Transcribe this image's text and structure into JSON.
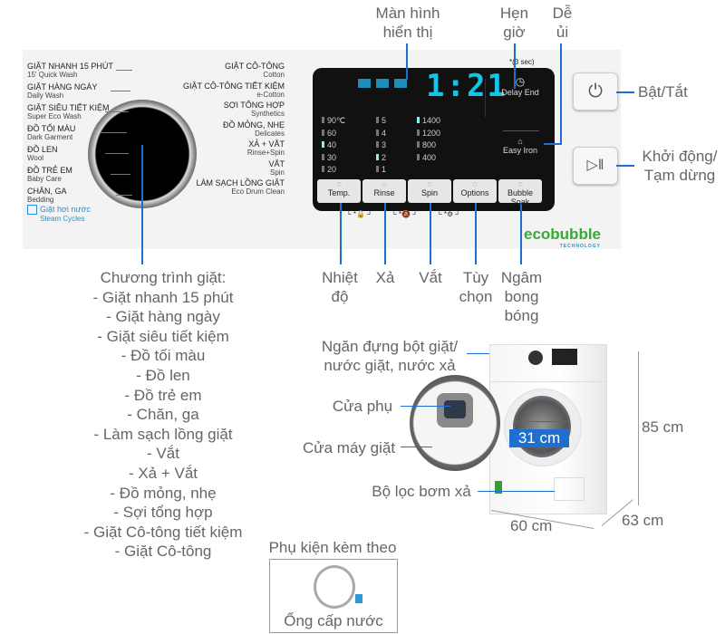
{
  "panel": {
    "left_programs": [
      {
        "vi": "GIẶT NHANH 15 PHÚT",
        "en": "15' Quick Wash"
      },
      {
        "vi": "GIẶT HÀNG NGÀY",
        "en": "Daily Wash"
      },
      {
        "vi": "GIẶT SIÊU TIẾT KIỆM",
        "en": "Super Eco Wash"
      },
      {
        "vi": "ĐỒ TỐI MÀU",
        "en": "Dark Garment"
      },
      {
        "vi": "ĐỒ LEN",
        "en": "Wool"
      },
      {
        "vi": "ĐỒ TRẺ EM",
        "en": "Baby Care"
      },
      {
        "vi": "CHĂN, GA",
        "en": "Bedding"
      }
    ],
    "right_programs": [
      {
        "vi": "GIẶT CÔ-TÔNG",
        "en": "Cotton"
      },
      {
        "vi": "GIẶT CÔ-TÔNG TIẾT KIỆM",
        "en": "e-Cotton"
      },
      {
        "vi": "SỢI TỔNG HỢP",
        "en": "Synthetics"
      },
      {
        "vi": "ĐỒ MỎNG, NHẸ",
        "en": "Delicates"
      },
      {
        "vi": "XẢ + VẮT",
        "en": "Rinse+Spin"
      },
      {
        "vi": "VẮT",
        "en": "Spin"
      },
      {
        "vi": "LÀM SẠCH LỒNG GIẶT",
        "en": "Eco Drum Clean"
      }
    ],
    "steam": {
      "vi": "Giặt hơi nước",
      "en": "Steam Cycles"
    },
    "display_time": "1:21",
    "temps": [
      "90℃",
      "60",
      "40",
      "30",
      "20"
    ],
    "rinses": [
      "5",
      "4",
      "3",
      "2",
      "1"
    ],
    "spins": [
      "1400",
      "1200",
      "800",
      "400"
    ],
    "buttons": [
      "Temp.",
      "Rinse",
      "Spin",
      "Options",
      "Bubble Soak"
    ],
    "delay_end": "Delay End",
    "easy_iron": "Easy Iron",
    "hold_note": "*(3 sec)",
    "brand": "ecobubble",
    "brand_sub": "TECHNOLOGY",
    "accent": "#1f6fd0"
  },
  "annotations": {
    "display": "Màn hình\nhiển thị",
    "timer": "Hẹn\ngiờ",
    "easy_iron": "Dễ\nủi",
    "power": "Bật/Tắt",
    "start": "Khởi động/\nTạm dừng",
    "temp": "Nhiệt\nđộ",
    "rinse": "Xả",
    "spin": "Vắt",
    "options": "Tùy\nchọn",
    "soak": "Ngâm\nbong\nbóng"
  },
  "programs": {
    "title": "Chương trình giặt:",
    "items": [
      "- Giặt nhanh 15 phút",
      "- Giặt hàng ngày",
      "- Giặt siêu tiết kiệm",
      "- Đồ tối màu",
      "- Đồ len",
      "- Đồ trẻ em",
      "- Chăn, ga",
      "- Làm sạch lồng giặt",
      "- Vắt",
      "- Xả + Vắt",
      "- Đồ mỏng, nhẹ",
      "- Sợi tổng hợp",
      "- Giặt Cô-tông tiết kiệm",
      "- Giặt Cô-tông"
    ]
  },
  "machine": {
    "detergent": "Ngăn đựng bột giặt/\nnước giặt, nước xả",
    "sub_door": "Cửa phụ",
    "door": "Cửa máy giặt",
    "filter": "Bộ lọc bơm xả",
    "door_width": "31 cm",
    "height": "85 cm",
    "width": "60 cm",
    "depth": "63 cm"
  },
  "accessory": {
    "title": "Phụ kiện kèm theo",
    "item": "Ống cấp nước"
  }
}
